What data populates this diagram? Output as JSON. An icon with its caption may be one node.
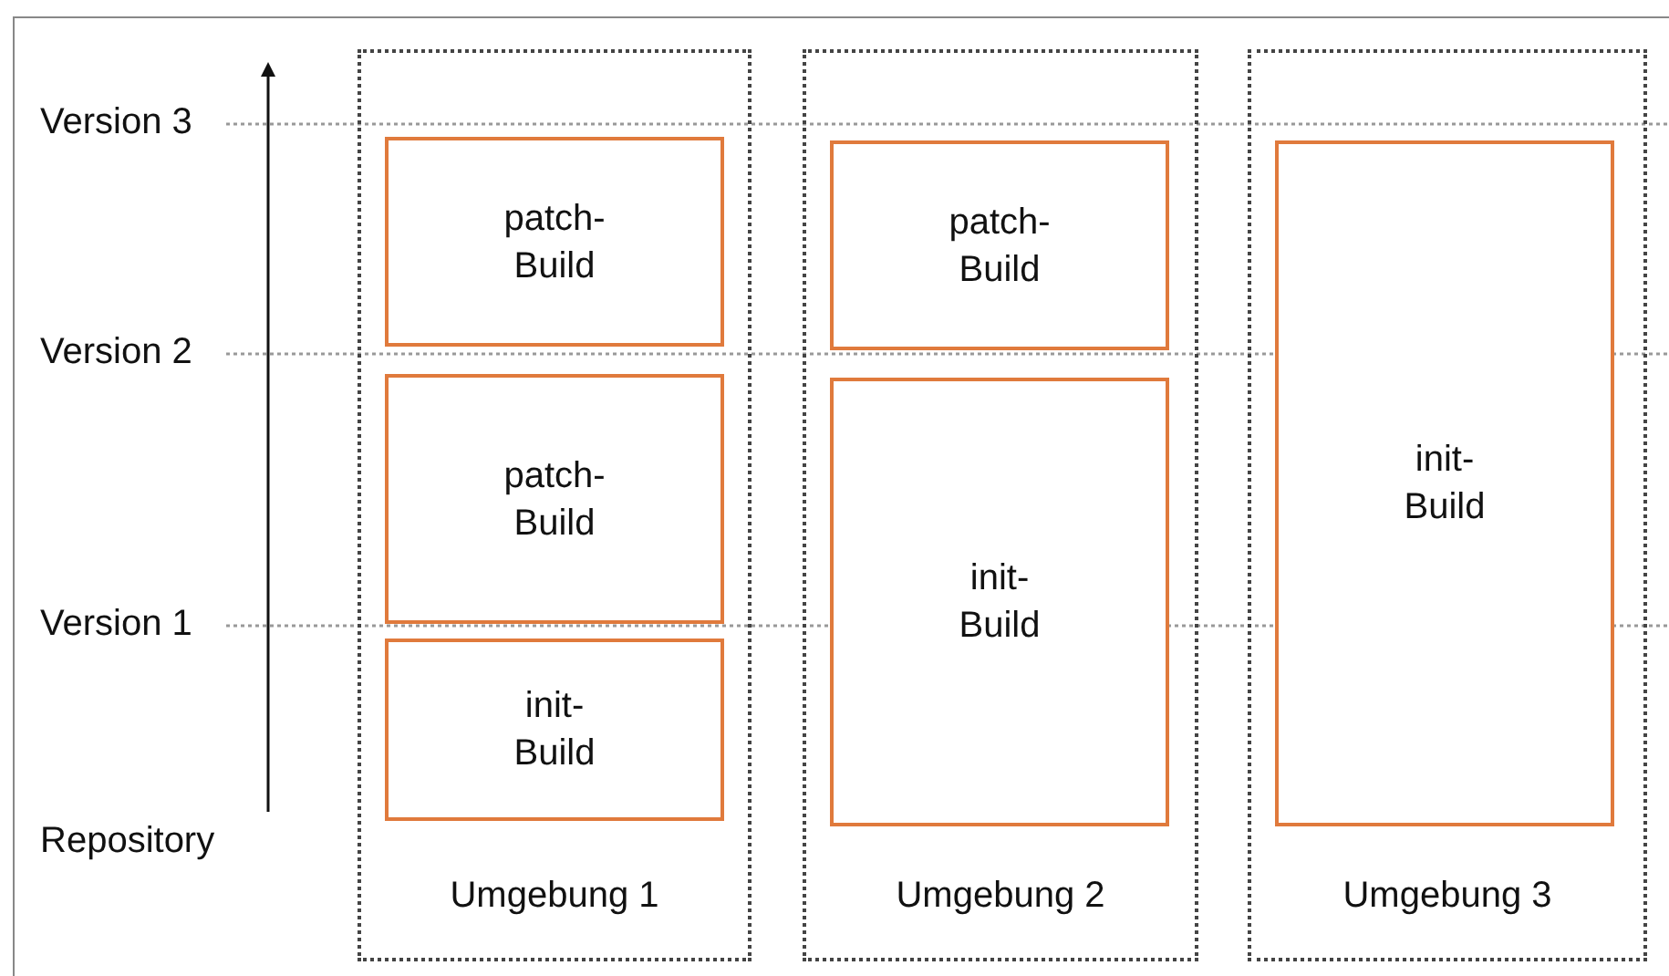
{
  "diagram": {
    "nodes": [
      {
        "text": [
          "Umgebung 1"
        ]
      },
      {
        "text": [
          "patch- Build"
        ],
        "in": 0
      },
      {
        "text": [
          "patch- Build"
        ],
        "in": 0
      },
      {
        "text": [
          "init- Build"
        ],
        "in": 0
      },
      {
        "text": [
          "Umgebung 2"
        ]
      },
      {
        "text": [
          "patch- Build"
        ],
        "in": 4
      },
      {
        "text": [
          "init- Build"
        ],
        "in": 4
      },
      {
        "text": [
          "Umgebung 3"
        ]
      },
      {
        "text": [
          "init- Build"
        ],
        "in": 7
      }
    ],
    "labels": [
      "Version 3",
      "Version 2",
      "Version 1",
      "Repository"
    ]
  }
}
